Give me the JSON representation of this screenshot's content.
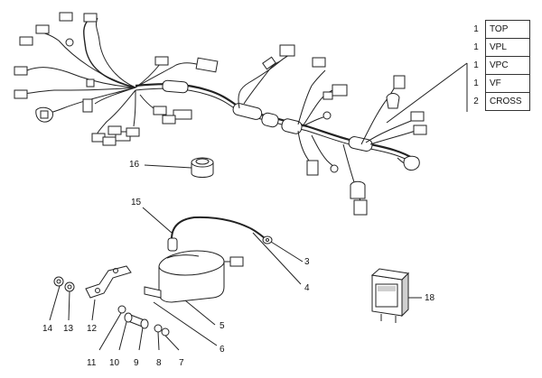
{
  "parts": {
    "p3": "3",
    "p4": "4",
    "p5": "5",
    "p6": "6",
    "p7": "7",
    "p8": "8",
    "p9": "9",
    "p10": "10",
    "p11": "11",
    "p12": "12",
    "p13": "13",
    "p14": "14",
    "p15": "15",
    "p16": "16",
    "p18": "18"
  },
  "variants": [
    {
      "qty": "1",
      "name": "TOP"
    },
    {
      "qty": "1",
      "name": "VPL"
    },
    {
      "qty": "1",
      "name": "VPC"
    },
    {
      "qty": "1",
      "name": "VF"
    },
    {
      "qty": "2",
      "name": "CROSS"
    }
  ],
  "colors": {
    "line": "#222222",
    "shade": "#cfcfcf",
    "background": "#ffffff"
  }
}
